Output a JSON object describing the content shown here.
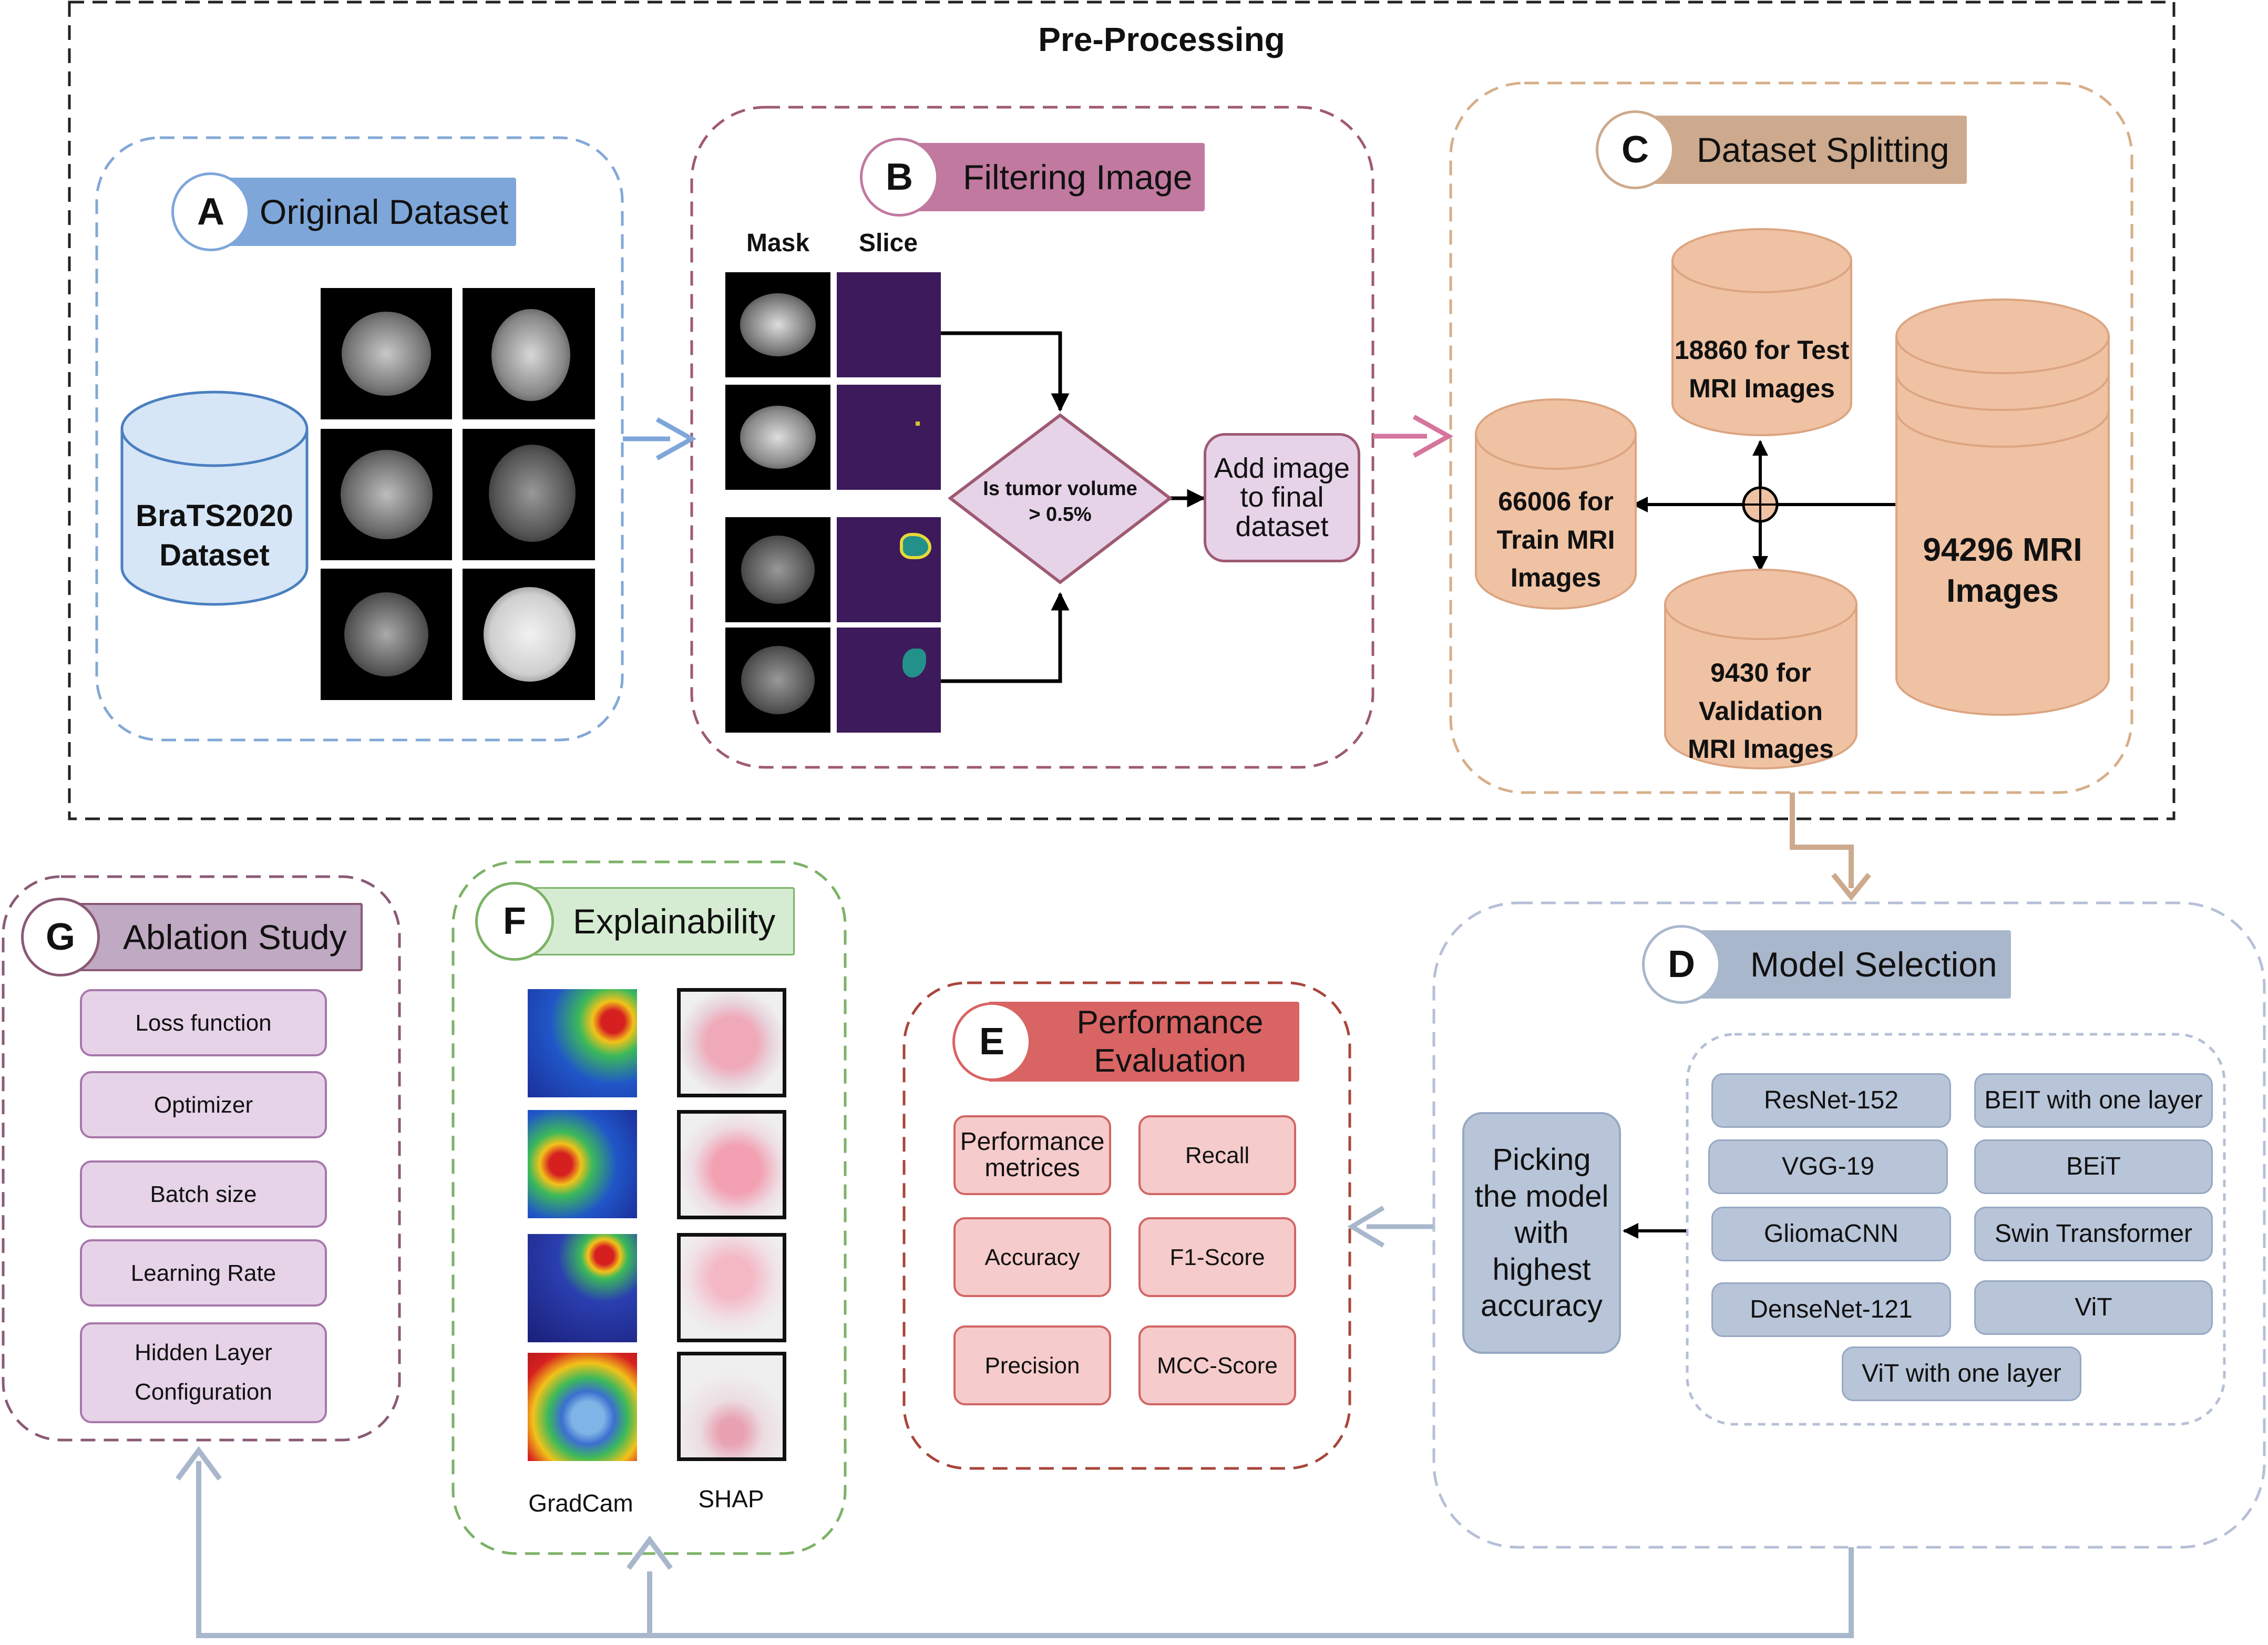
{
  "preprocessing": {
    "title": "Pre-Processing"
  },
  "sections": {
    "a": {
      "letter": "A",
      "title": "Original Dataset"
    },
    "b": {
      "letter": "B",
      "title": "Filtering Image"
    },
    "c": {
      "letter": "C",
      "title": "Dataset Splitting"
    },
    "d": {
      "letter": "D",
      "title": "Model Selection"
    },
    "e": {
      "letter": "E",
      "title_line1": "Performance",
      "title_line2": "Evaluation"
    },
    "f": {
      "letter": "F",
      "title": "Explainability"
    },
    "g": {
      "letter": "G",
      "title": "Ablation Study"
    }
  },
  "dataset": {
    "line1": "BraTS2020",
    "line2": "Dataset"
  },
  "filtering": {
    "mask_header": "Mask",
    "slice_header": "Slice",
    "decision_line1": "Is tumor volume",
    "decision_line2": "> 0.5%",
    "add_line1": "Add image",
    "add_line2": "to final",
    "add_line3": "dataset"
  },
  "splitting": {
    "test_line1": "18860 for Test",
    "test_line2": "MRI Images",
    "train_line1": "66006 for",
    "train_line2": "Train MRI",
    "train_line3": "Images",
    "val_line1": "9430 for",
    "val_line2": "Validation",
    "val_line3": "MRI Images",
    "total_line1": "94296 MRI",
    "total_line2": "Images"
  },
  "model_selection": {
    "picking_line1": "Picking",
    "picking_line2": "the model",
    "picking_line3": "with",
    "picking_line4": "highest",
    "picking_line5": "accuracy",
    "models": [
      "ResNet-152",
      "BEIT with one layer",
      "VGG-19",
      "BEiT",
      "GliomaCNN",
      "Swin Transformer",
      "DenseNet-121",
      "ViT",
      "ViT with one layer"
    ]
  },
  "performance": {
    "metric_line1": "Performance",
    "metric_line2": "metrices",
    "items": [
      "Recall",
      "Accuracy",
      "F1-Score",
      "Precision",
      "MCC-Score"
    ]
  },
  "explainability": {
    "gradcam_label": "GradCam",
    "shap_label": "SHAP"
  },
  "ablation": {
    "items": [
      "Loss function",
      "Optimizer",
      "Batch size",
      "Learning Rate"
    ],
    "hidden_line1": "Hidden Layer",
    "hidden_line2": "Configuration"
  },
  "colors": {
    "a": "#7ea6d9",
    "b": "#c1799f",
    "c": "#cdaa8d",
    "d": "#a9b7cc",
    "e": "#d96464",
    "f": "#d6ecd2",
    "g": "#c0a9c2",
    "cylinder": "#efc2a3",
    "feedback_arrow": "#a9b7cc"
  }
}
